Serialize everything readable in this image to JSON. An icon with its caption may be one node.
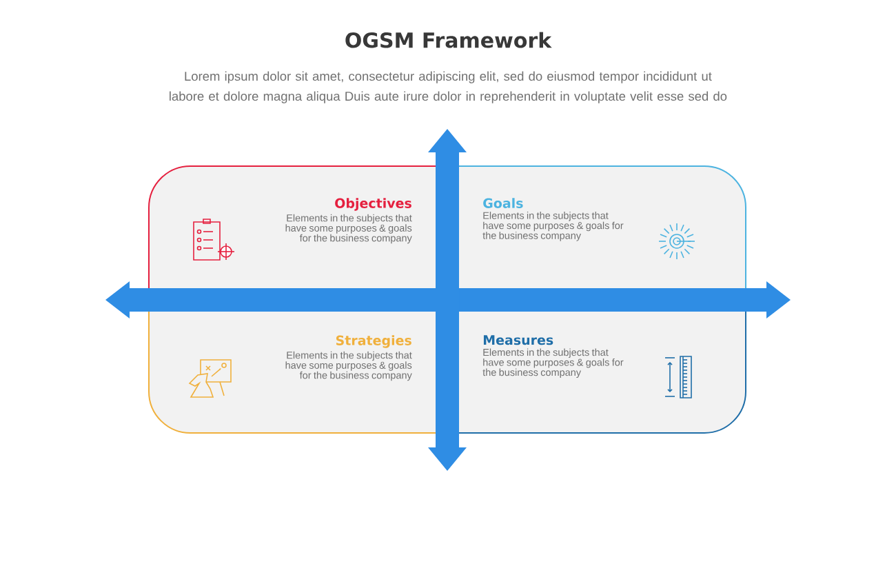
{
  "diagram": {
    "title": "OGSM Framework",
    "nodes": [
      {
        "text": [
          "Objectives",
          "Elements in the subjects that have some purposes & goals for the business company"
        ]
      },
      {
        "text": [
          "Goals",
          "Elements in the subjects that have some purposes & goals for the business company"
        ]
      },
      {
        "text": [
          "Strategies",
          "Elements in the subjects that have some purposes & goals for the business company"
        ]
      },
      {
        "text": [
          "Measures",
          "Elements in the subjects that have some purposes & goals for the business company"
        ]
      }
    ],
    "labels": [
      "Lorem ipsum dolor sit amet, consectetur adipiscing elit, sed do eiusmod tempor incididunt ut labore et dolore magna aliqua Duis aute irure dolor in reprehenderit in voluptate velit esse sed do"
    ]
  }
}
